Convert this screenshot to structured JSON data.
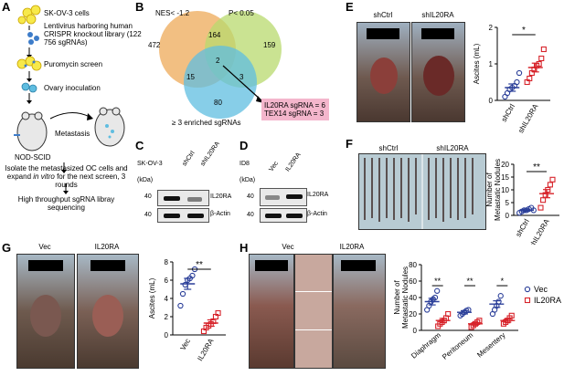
{
  "panels": {
    "A": "A",
    "B": "B",
    "C": "C",
    "D": "D",
    "E": "E",
    "F": "F",
    "G": "G",
    "H": "H"
  },
  "panelA": {
    "sk_cells": "SK-OV-3 cells",
    "lentivirus": "Lentivirus harboring human CRISPR knockout library (122 756 sgRNAs)",
    "puromycin": "Puromycin screen",
    "ovary": "Ovary inoculation",
    "metastasis": "Metastasis",
    "nod_scid": "NOD-SCID",
    "isolate_pre": "Isolate the metastasized OC cells and expand",
    "in_vitro": "in vitro",
    "isolate_post": "for the next screen, 3 rounds",
    "sequencing": "High throughput sgRNA libray sequencing"
  },
  "panelB": {
    "nes": "NES< -1.2",
    "pval": "P< 0.05",
    "enriched": "≥ 3 enriched sgRNAs",
    "n472": "472",
    "n164": "164",
    "n159": "159",
    "n2": "2",
    "n15": "15",
    "n3": "3",
    "n80": "80",
    "hit1": "IL20RA sgRNA = 6",
    "hit2": "TEX14  sgRNA = 3",
    "colors": {
      "nes": "#f0b46c",
      "pval": "#b8d96e",
      "enriched": "#5fbde0",
      "hitbox": "#f4b6cc"
    }
  },
  "panelC": {
    "cell": "SK-OV-3",
    "kda": "(kDa)",
    "lane1": "shCtrl",
    "lane2": "shIL20RA",
    "m40a": "40",
    "m40b": "40",
    "b1": "IL20RA",
    "b2": "β-Actin"
  },
  "panelD": {
    "cell": "ID8",
    "kda": "(kDa)",
    "lane1": "Vec",
    "lane2": "IL20RA",
    "m40a": "40",
    "m40b": "40",
    "b1": "IL20RA",
    "b2": "β-Actin"
  },
  "panelE": {
    "label1": "shCtrl",
    "label2": "shIL20RA"
  },
  "panelF": {
    "label1": "shCtrl",
    "label2": "shIL20RA"
  },
  "panelG": {
    "label1": "Vec",
    "label2": "IL20RA"
  },
  "panelH": {
    "label1": "Vec",
    "label2": "IL20RA"
  },
  "chart_data": [
    {
      "id": "E",
      "type": "scatter",
      "categories": [
        "shCtrl",
        "shIL20RA"
      ],
      "ylabel": "Ascites (mL)",
      "ylim": [
        0,
        2
      ],
      "yticks": [
        "0",
        "1",
        "2"
      ],
      "sig": "*",
      "series": [
        {
          "values": [
            0.1,
            0.2,
            0.3,
            0.35,
            0.4,
            0.5,
            0.75
          ],
          "mean": 0.35,
          "sem": 0.1,
          "color": "#2b3f99"
        },
        {
          "values": [
            0.5,
            0.6,
            0.75,
            0.85,
            0.95,
            1.0,
            1.15,
            1.4
          ],
          "mean": 0.9,
          "sem": 0.12,
          "color": "#d7232a"
        }
      ]
    },
    {
      "id": "F",
      "type": "scatter",
      "categories": [
        "shCtrl",
        "shIL20RA"
      ],
      "ylabel": "Number of Metastatic Nodules",
      "ylim": [
        0,
        20
      ],
      "yticks": [
        "0",
        "5",
        "10",
        "15",
        "20"
      ],
      "sig": "**",
      "series": [
        {
          "values": [
            1,
            1.5,
            2,
            2,
            2.5,
            3,
            2
          ],
          "mean": 2,
          "sem": 0.4,
          "color": "#2b3f99"
        },
        {
          "values": [
            3,
            6,
            8,
            10,
            12,
            14
          ],
          "mean": 8.5,
          "sem": 1.6,
          "color": "#d7232a"
        }
      ]
    },
    {
      "id": "G",
      "type": "scatter",
      "categories": [
        "Vec",
        "IL20RA"
      ],
      "ylabel": "Ascites (mL)",
      "ylim": [
        0,
        8
      ],
      "yticks": [
        "0",
        "2",
        "4",
        "6",
        "8"
      ],
      "sig": "**",
      "series": [
        {
          "values": [
            3.2,
            4.5,
            5.5,
            6,
            6.2,
            6.5,
            7.2
          ],
          "mean": 5.6,
          "sem": 0.6,
          "color": "#2b3f99"
        },
        {
          "values": [
            0.4,
            0.8,
            1,
            1.2,
            1.5,
            2,
            2.4
          ],
          "mean": 1.3,
          "sem": 0.35,
          "color": "#d7232a"
        }
      ]
    },
    {
      "id": "H",
      "type": "scatter",
      "categories": [
        "Diaphragm",
        "Peritoneum",
        "Mesentery"
      ],
      "ylabel": "Number of Metastatic Nodules",
      "ylim": [
        0,
        80
      ],
      "yticks": [
        "0",
        "20",
        "40",
        "60",
        "80"
      ],
      "legend": "right",
      "sig": [
        "**",
        "**",
        "*"
      ],
      "series": [
        {
          "name": "Vec",
          "color": "#2b3f99",
          "groups": [
            {
              "values": [
                25,
                30,
                35,
                38,
                40,
                48
              ],
              "mean": 35,
              "sem": 4
            },
            {
              "values": [
                18,
                20,
                22,
                24,
                25
              ],
              "mean": 22,
              "sem": 2
            },
            {
              "values": [
                20,
                25,
                30,
                35,
                42
              ],
              "mean": 32,
              "sem": 4
            }
          ]
        },
        {
          "name": "IL20RA",
          "color": "#d7232a",
          "groups": [
            {
              "values": [
                5,
                8,
                10,
                12,
                15,
                20
              ],
              "mean": 12,
              "sem": 2.5
            },
            {
              "values": [
                4,
                6,
                8,
                10,
                12
              ],
              "mean": 8,
              "sem": 1.5
            },
            {
              "values": [
                8,
                10,
                12,
                15,
                18
              ],
              "mean": 12,
              "sem": 2
            }
          ]
        }
      ]
    }
  ]
}
